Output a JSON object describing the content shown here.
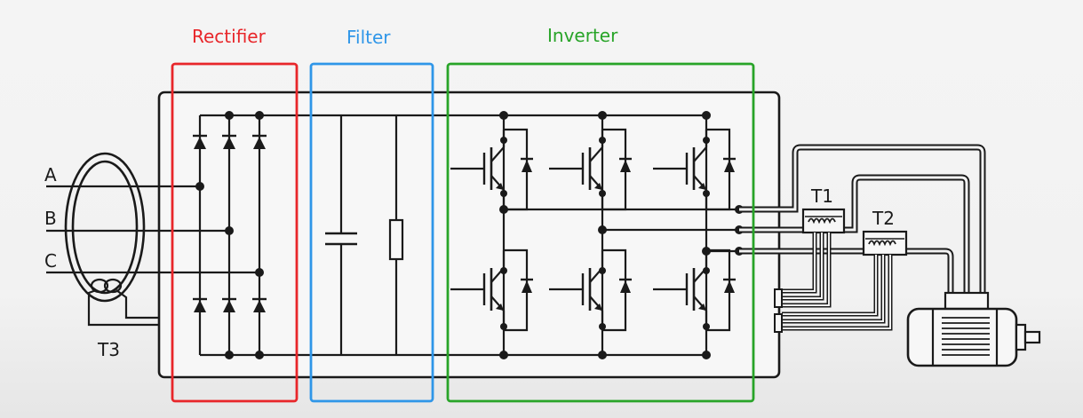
{
  "sections": {
    "rectifier": {
      "label": "Rectifier",
      "color": "#e8262a"
    },
    "filter": {
      "label": "Filter",
      "color": "#2f96e8"
    },
    "inverter": {
      "label": "Inverter",
      "color": "#28a428"
    }
  },
  "phases": [
    "A",
    "B",
    "C"
  ],
  "current_transformers": {
    "t1": "T1",
    "t2": "T2",
    "t3": "T3"
  }
}
